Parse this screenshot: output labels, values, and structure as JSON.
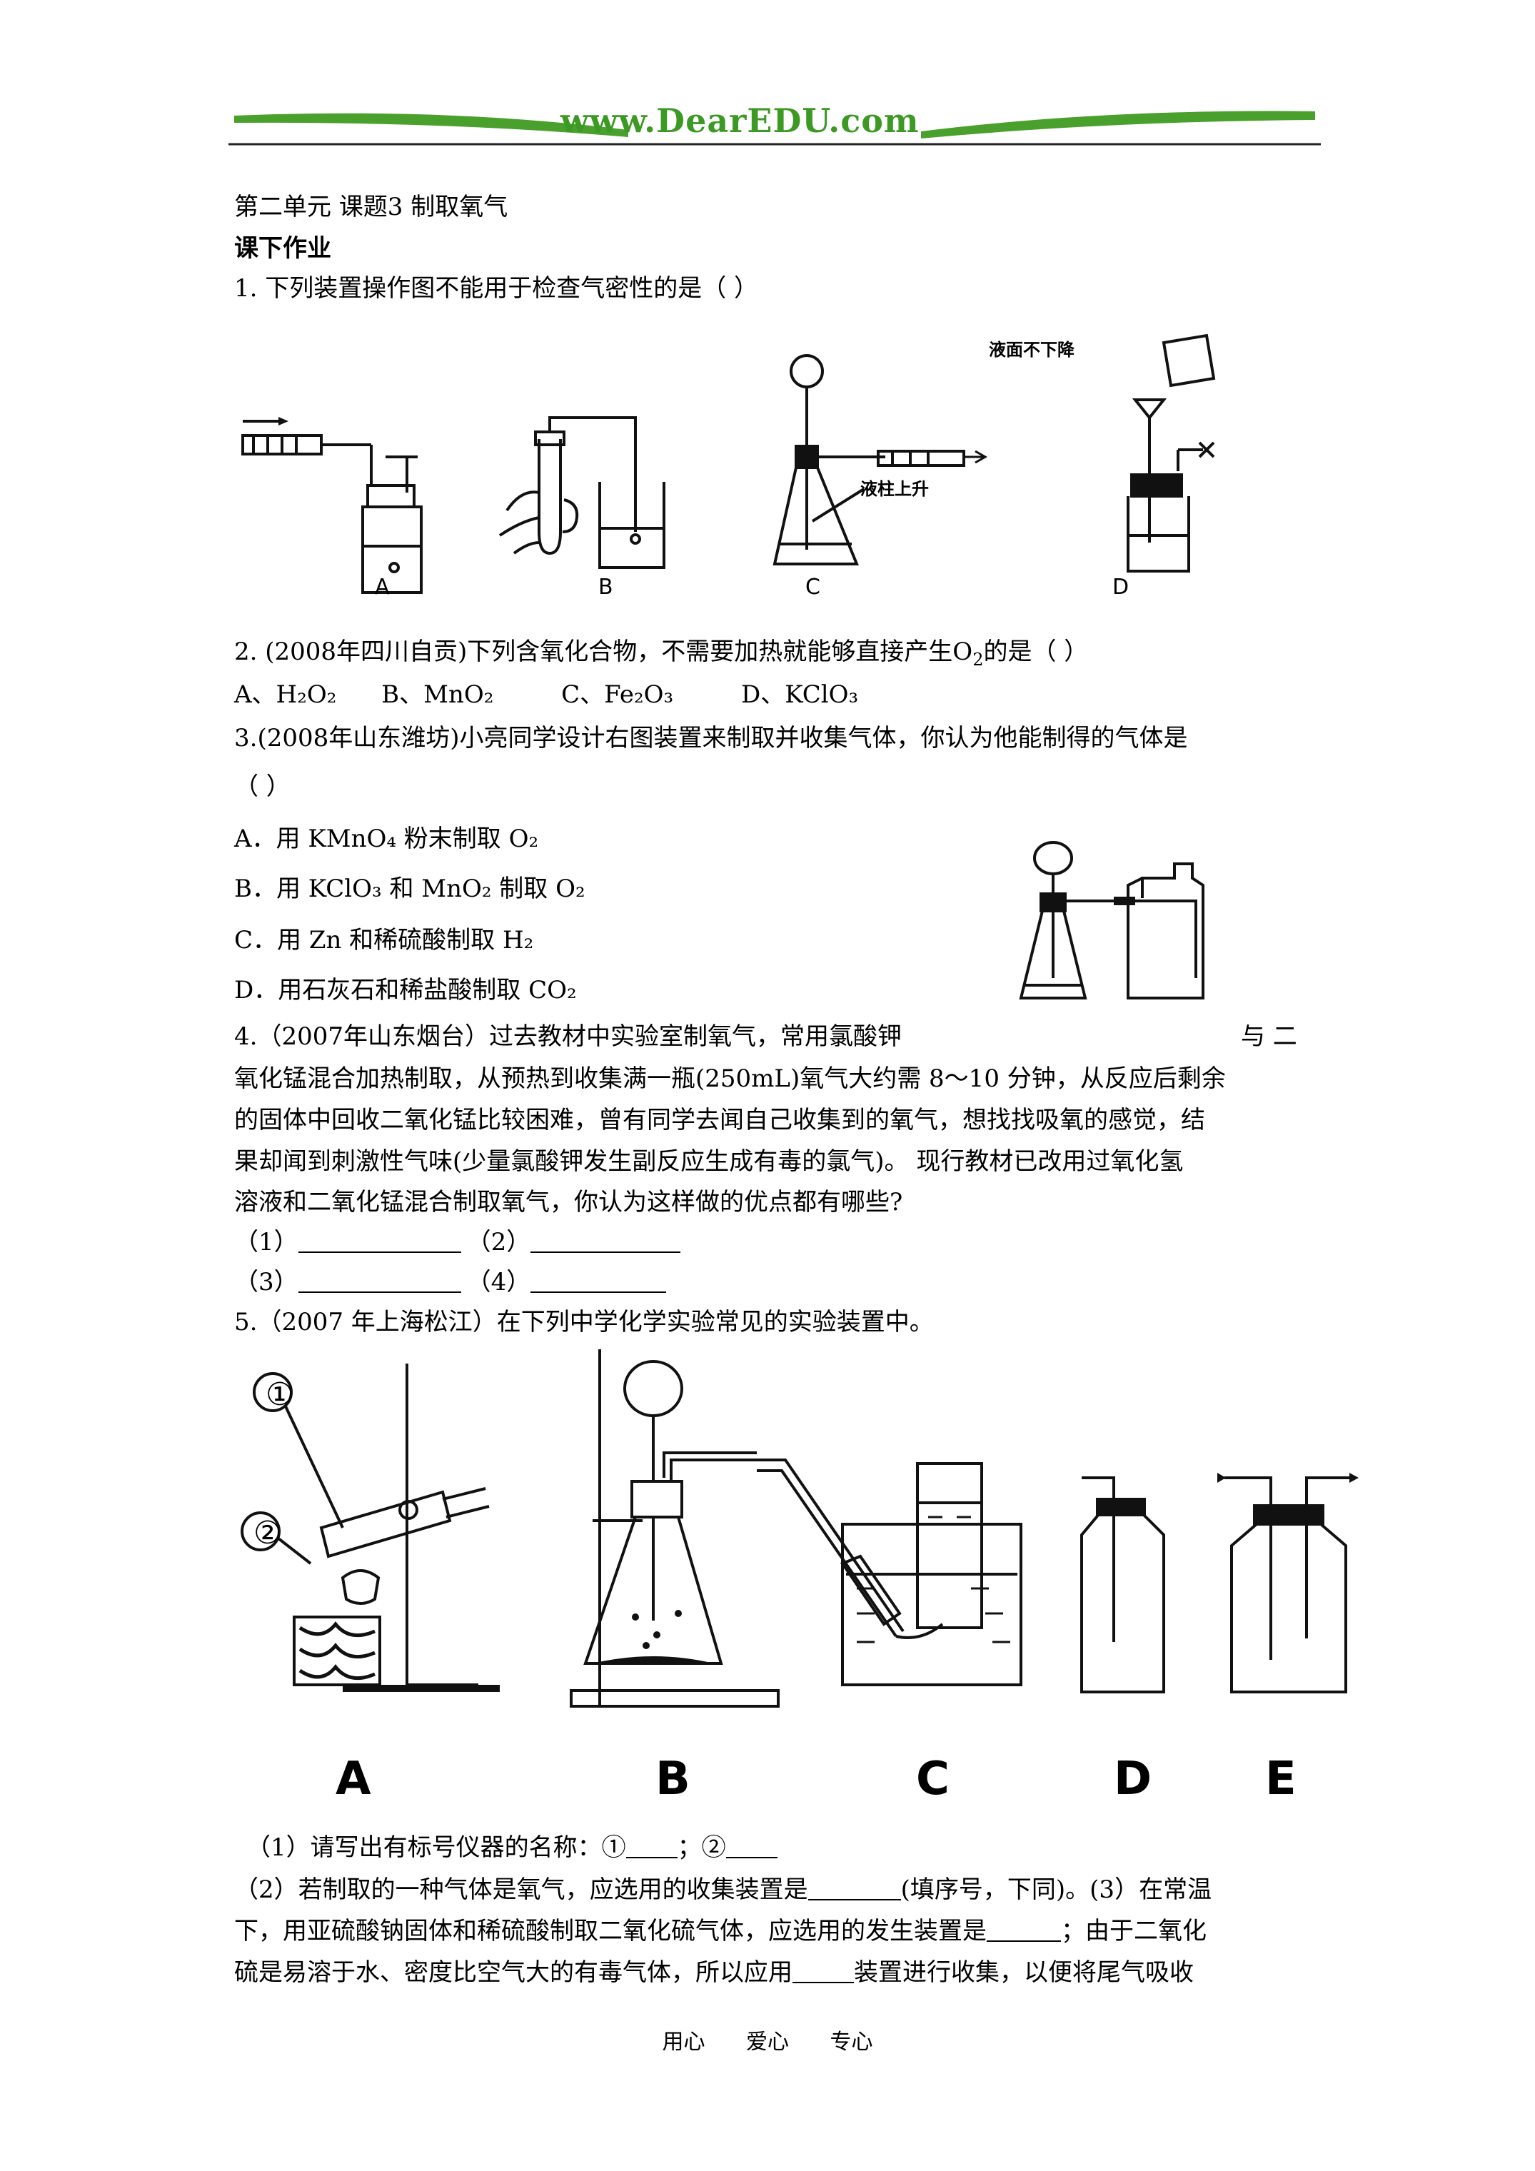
{
  "header": {
    "site_logo_text": "www.DearEDU.com",
    "brand_color": "#4aa02c"
  },
  "doc": {
    "unit_title": "第二单元  课题3  制取氧气",
    "section_title": "课下作业"
  },
  "q1": {
    "text": "1. 下列装置操作图不能用于检查气密性的是（          ）",
    "figures": [
      {
        "label": "A"
      },
      {
        "label": "B"
      },
      {
        "label": "C",
        "annotation": "液柱上升"
      },
      {
        "label": "D",
        "annotation": "液面不下降"
      }
    ]
  },
  "q2": {
    "text_before": "2. (2008年四川自贡)下列含氧化合物，不需要加热就能够直接产生O",
    "text_sub": "2",
    "text_after": "的是（      ）",
    "options": [
      "A、H₂O₂",
      "B、MnO₂",
      "C、Fe₂O₃",
      "D、KClO₃"
    ]
  },
  "q3": {
    "text": "3.(2008年山东潍坊)小亮同学设计右图装置来制取并收集气体，你认为他能制得的气体是",
    "paren": "（      ）",
    "options": [
      "A．用 KMnO₄ 粉末制取 O₂",
      "B．用 KClO₃ 和 MnO₂ 制取 O₂",
      "C．用 Zn 和稀硫酸制取 H₂",
      "D．用石灰石和稀盐酸制取 CO₂"
    ]
  },
  "q4": {
    "line1_left": "4.（2007年山东烟台）过去教材中实验室制氧气，常用氯酸钾",
    "line1_right": "与  二",
    "line2": "氧化锰混合加热制取，从预热到收集满一瓶(250mL)氧气大约需 8～10 分钟，从反应后剩余",
    "line3": "的固体中回收二氧化锰比较困难，曾有同学去闻自己收集到的氧气，想找找吸氧的感觉，结",
    "line4": "果却闻到刺激性气味(少量氯酸钾发生副反应生成有毒的氯气)。 现行教材已改用过氧化氢",
    "line5": "溶液和二氧化锰混合制取氧气，你认为这样做的优点都有哪些?",
    "blanks": [
      "（1）",
      "（2）",
      "（3）",
      "（4）"
    ]
  },
  "q5": {
    "text": "5.（2007    年上海松江）在下列中学化学实验常见的实验装置中。",
    "markers": [
      "①",
      "②"
    ],
    "figure_labels": [
      "A",
      "B",
      "C",
      "D",
      "E"
    ],
    "sub1": "（1）请写出有标号仪器的名称：①",
    "sub1_mid": "；②",
    "sub2_a": "（2）若制取的一种气体是氧气，应选用的收集装置是",
    "sub2_b": "(填序号，下同)。(3）在常温",
    "line3_a": "下，用亚硫酸钠固体和稀硫酸制取二氧化硫气体，应选用的发生装置是",
    "line3_b": "；由于二氧化",
    "line4_a": "硫是易溶于水、密度比空气大的有毒气体，所以应用",
    "line4_b": "装置进行收集，以便将尾气吸收"
  },
  "footer": {
    "items": [
      "用心",
      "爱心",
      "专心"
    ]
  }
}
